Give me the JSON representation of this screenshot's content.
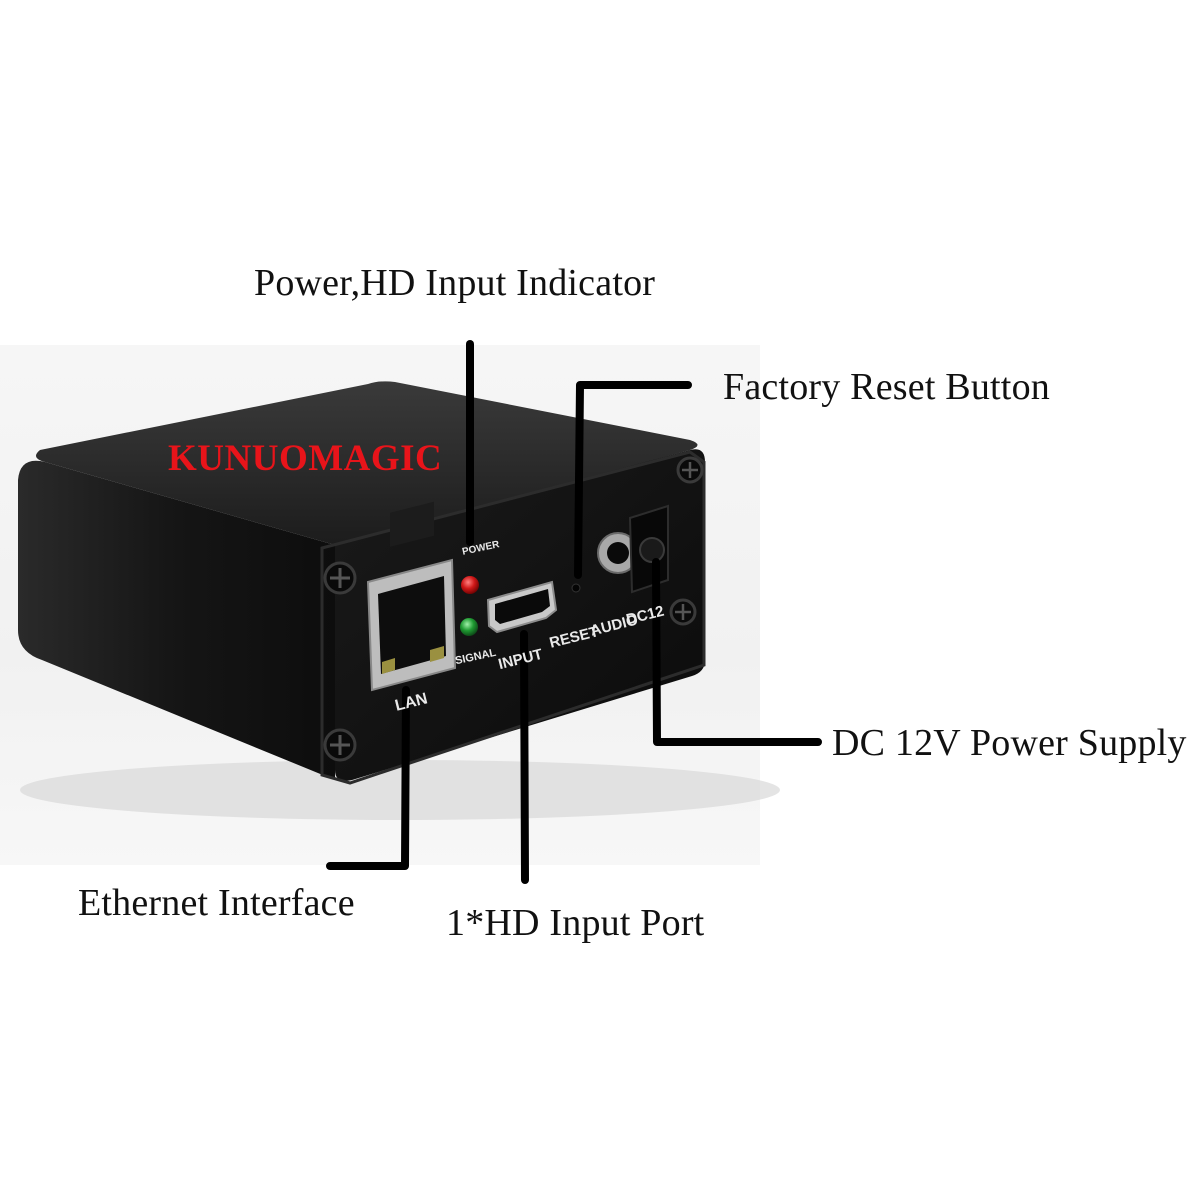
{
  "brand": {
    "name": "KUNUOMAGIC",
    "color": "#e8141a"
  },
  "callouts": {
    "power_indicator": "Power,HD Input Indicator",
    "factory_reset": "Factory Reset Button",
    "dc_power": "DC 12V Power Supply",
    "ethernet": "Ethernet Interface",
    "hd_input": "1*HD Input Port"
  },
  "panel_labels": {
    "power": "POWER",
    "signal": "SIGNAL",
    "lan": "LAN",
    "input": "INPUT",
    "reset": "RESET",
    "audio": "AUDIO",
    "dc": "DC12"
  },
  "leds": {
    "power_color": "#d01818",
    "signal_color": "#1f9a32"
  },
  "icons": [
    "rj45-port-icon",
    "hdmi-port-icon",
    "audio-jack-icon",
    "dc-jack-icon",
    "screw-icon",
    "reset-pinhole-icon"
  ]
}
